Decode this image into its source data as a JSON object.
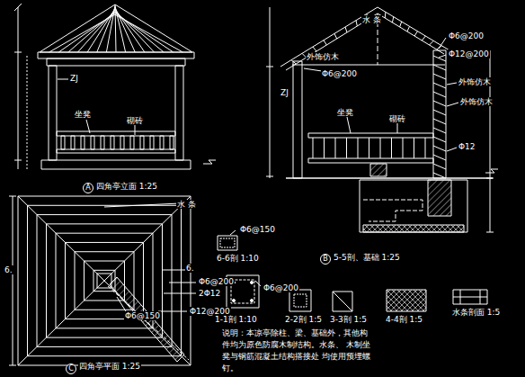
{
  "diagram": {
    "labels": [
      "ZJ",
      "坐凳",
      "砌砖",
      "A",
      "四角亭立面 1:25",
      "水 条",
      "Φ6@200",
      "Φ12@200",
      "Φ6@200",
      "外饰仿木",
      "外饰仿木",
      "外饰仿木",
      "ZJ",
      "坐凳",
      "砌砖",
      "Φ12",
      "B",
      "5-5剖、基础 1:25",
      "水 条",
      "6.",
      "6.",
      "Φ6@200",
      "2Φ12",
      "Φ12@200",
      "Φ6@150",
      "C",
      "四角亭平面 1:25",
      "Φ6@150",
      "6-6剖 1:10",
      "Φ6@200",
      "1-1剖 1:10",
      "2-2剖 1:5",
      "3-3剖 1:5",
      "4-4剖 1:5",
      "水条剖面 1:5",
      "说明：本凉亭除柱、梁、基础外，其他构 件均为原色防腐木制结构。水条、 木制坐凳与钢筋混凝土结构搭接处 均使用预埋螺钉。"
    ]
  }
}
